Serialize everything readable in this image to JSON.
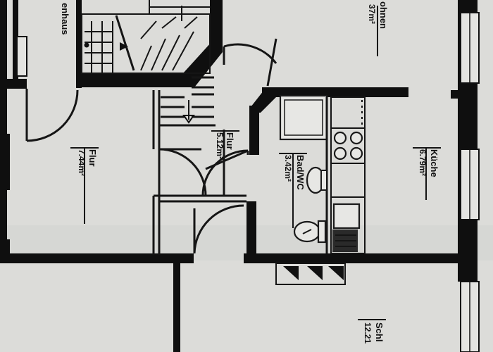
{
  "rooms": {
    "treppenhaus": {
      "name": "enhaus"
    },
    "wohnen": {
      "name": "ohnen",
      "area": "37m²"
    },
    "flur_left": {
      "name": "Flur",
      "area": "7.44m²"
    },
    "flur_mid": {
      "name": "Flur",
      "area": "5.12m²"
    },
    "bad": {
      "name": "Bad/WC",
      "area": "3.42m²"
    },
    "kueche": {
      "name": "Küche",
      "area": "6.79m²"
    },
    "schlafen": {
      "name": "Schl",
      "area": "12.21"
    }
  },
  "colors": {
    "paper": "#d9d9d6",
    "ink": "#111111",
    "wall": "#0f0f0f"
  }
}
